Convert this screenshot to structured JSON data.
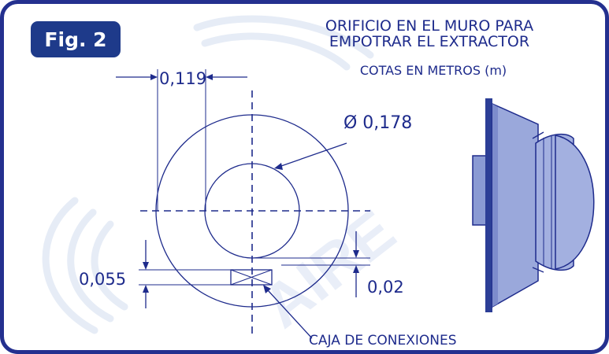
{
  "figure_badge": {
    "label": "Fig. 2"
  },
  "title": {
    "line1": "ORIFICIO EN EL MURO PARA",
    "line2": "EMPOTRAR EL EXTRACTOR",
    "units": "COTAS EN METROS (m)"
  },
  "dimensions": {
    "offset": "0,119",
    "diameter": "Ø 0,178",
    "box_height": "0,055",
    "box_offset": "0,02"
  },
  "callout": {
    "junction_box": "CAJA DE CONEXIONES"
  },
  "watermark": {
    "text": "AIRE"
  },
  "colors": {
    "primary": "#1e2b8c",
    "frame": "#24308f",
    "badge": "#1e3a8a",
    "fan_face": "#7d8ccc",
    "fan_body": "#9aa8db",
    "fan_dome": "#a3b0e0",
    "fan_plate": "#2c3e96",
    "watermark": "#e6ecf6"
  }
}
